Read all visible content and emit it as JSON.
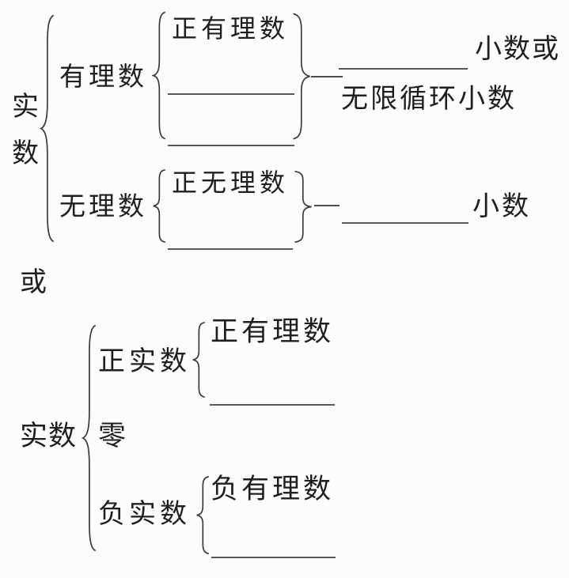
{
  "colors": {
    "background": "#fcfcfc",
    "ink": "#1f1f1f",
    "rule_line": "#585858"
  },
  "top_diagram": {
    "root_label": "实数",
    "branches": [
      {
        "label": "有理数",
        "items": [
          {
            "text": "正有理数",
            "blank": false
          },
          {
            "text": "",
            "blank": true
          },
          {
            "text": "",
            "blank": true
          }
        ],
        "result_lines": [
          {
            "leading_blank": true,
            "text": "小数或"
          },
          {
            "leading_blank": false,
            "text": "无限循环小数"
          }
        ]
      },
      {
        "label": "无理数",
        "items": [
          {
            "text": "正无理数",
            "blank": false
          },
          {
            "text": "",
            "blank": true
          }
        ],
        "result_lines": [
          {
            "leading_blank": true,
            "text": "小数"
          }
        ]
      }
    ]
  },
  "or_label": "或",
  "bottom_diagram": {
    "root_label": "实数",
    "branches": [
      {
        "label": "正实数",
        "items": [
          {
            "text": "正有理数",
            "blank": false
          },
          {
            "text": "",
            "blank": true
          }
        ]
      },
      {
        "label": "零",
        "items": []
      },
      {
        "label": "负实数",
        "items": [
          {
            "text": "负有理数",
            "blank": false
          },
          {
            "text": "",
            "blank": true
          }
        ]
      }
    ]
  }
}
